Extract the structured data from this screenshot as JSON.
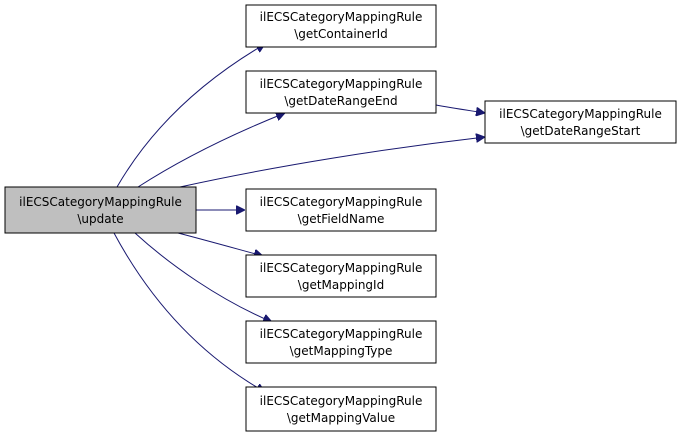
{
  "colors": {
    "edge": "#191970",
    "node_border": "#000000",
    "node_fill": "#ffffff",
    "focus_fill": "#bfbfbf"
  },
  "nodes": {
    "update": {
      "line1": "ilECSCategoryMappingRule",
      "line2": "\\update"
    },
    "getContainerId": {
      "line1": "ilECSCategoryMappingRule",
      "line2": "\\getContainerId"
    },
    "getDateRangeEnd": {
      "line1": "ilECSCategoryMappingRule",
      "line2": "\\getDateRangeEnd"
    },
    "getDateRangeStart": {
      "line1": "ilECSCategoryMappingRule",
      "line2": "\\getDateRangeStart"
    },
    "getFieldName": {
      "line1": "ilECSCategoryMappingRule",
      "line2": "\\getFieldName"
    },
    "getMappingId": {
      "line1": "ilECSCategoryMappingRule",
      "line2": "\\getMappingId"
    },
    "getMappingType": {
      "line1": "ilECSCategoryMappingRule",
      "line2": "\\getMappingType"
    },
    "getMappingValue": {
      "line1": "ilECSCategoryMappingRule",
      "line2": "\\getMappingValue"
    }
  }
}
